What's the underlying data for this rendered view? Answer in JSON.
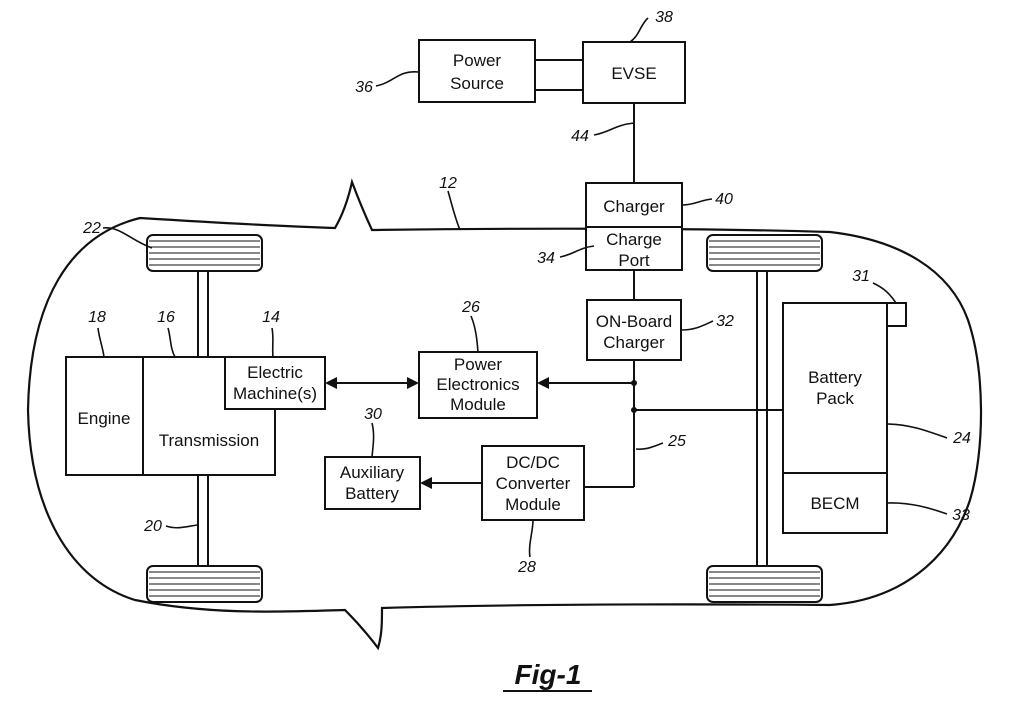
{
  "colors": {
    "ink": "#111111",
    "background": "#ffffff"
  },
  "components": {
    "power_source": {
      "line1": "Power",
      "line2": "Source",
      "ref": "36"
    },
    "evse": {
      "label": "EVSE",
      "ref": "38"
    },
    "charger": {
      "label": "Charger",
      "ref": "40"
    },
    "charge_port": {
      "line1": "Charge",
      "line2": "Port",
      "ref": "34"
    },
    "onboard_charger": {
      "line1": "ON-Board",
      "line2": "Charger",
      "ref": "32"
    },
    "power_electronics": {
      "line1": "Power",
      "line2": "Electronics",
      "line3": "Module",
      "ref": "26"
    },
    "dcdc": {
      "line1": "DC/DC",
      "line2": "Converter",
      "line3": "Module",
      "ref": "28"
    },
    "aux_battery": {
      "line1": "Auxiliary",
      "line2": "Battery",
      "ref": "30"
    },
    "engine": {
      "label": "Engine",
      "ref": "18"
    },
    "transmission": {
      "label": "Transmission",
      "ref": "16"
    },
    "electric_machine": {
      "line1": "Electric",
      "line2": "Machine(s)",
      "ref": "14"
    },
    "battery_pack": {
      "line1": "Battery",
      "line2": "Pack",
      "ref": "24"
    },
    "becm": {
      "label": "BECM",
      "ref": "33"
    },
    "sensor": {
      "ref": "31"
    }
  },
  "refs": {
    "vehicle": "12",
    "wheel": "22",
    "drive_shaft": "20",
    "hv_bus": "25",
    "cable": "44"
  },
  "figure": {
    "label": "Fig-1"
  }
}
